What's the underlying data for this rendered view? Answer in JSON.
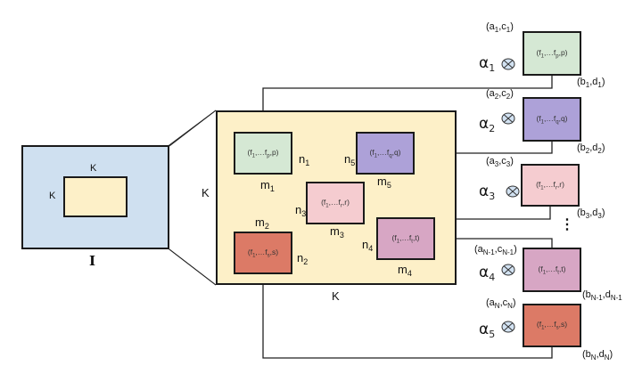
{
  "colors": {
    "image_fill": "#cfe0f0",
    "window_fill": "#fdf0c8",
    "green": "#d5e8d4",
    "purple": "#ada1d8",
    "pink": "#f5ccd0",
    "mauve": "#d7a6c4",
    "red": "#dc7a66",
    "otimes_fill": "#d2e2f2"
  },
  "image": {
    "label": "I",
    "window_top_label": "K",
    "window_left_label": "K"
  },
  "zoomed": {
    "left_label": "K",
    "bottom_label": "K",
    "boxes": [
      {
        "id": "m1",
        "text": "(f1,…fp,p)",
        "t_pre": "(f",
        "t_s1": "1",
        "t_mid": ",…f",
        "t_s2": "p",
        "t_post": ",p)",
        "n_label": "n",
        "n_sub": "1",
        "m_label": "m",
        "m_sub": "1"
      },
      {
        "id": "m2",
        "text": "(f1,…fs,s)",
        "t_pre": "(f",
        "t_s1": "1",
        "t_mid": ",…f",
        "t_s2": "s",
        "t_post": ",s)",
        "n_label": "n",
        "n_sub": "2",
        "m_label": "m",
        "m_sub": "2"
      },
      {
        "id": "m3",
        "text": "(f1,…fr,r)",
        "t_pre": "(f",
        "t_s1": "1",
        "t_mid": ",…f",
        "t_s2": "r",
        "t_post": ",r)",
        "n_label": "n",
        "n_sub": "3",
        "m_label": "m",
        "m_sub": "3"
      },
      {
        "id": "m4",
        "text": "(f1,…ft,t)",
        "t_pre": "(f",
        "t_s1": "1",
        "t_mid": ",…f",
        "t_s2": "t",
        "t_post": ",t)",
        "n_label": "n",
        "n_sub": "4",
        "m_label": "m",
        "m_sub": "4"
      },
      {
        "id": "m5",
        "text": "(f1,…fq,q)",
        "t_pre": "(f",
        "t_s1": "1",
        "t_mid": ",…f",
        "t_s2": "q",
        "t_post": ",q)",
        "n_label": "n",
        "n_sub": "5",
        "m_label": "m",
        "m_sub": "5"
      }
    ]
  },
  "outputs": [
    {
      "alpha": "α",
      "alpha_sub": "1",
      "tl": "(a",
      "tl_s1": "1",
      "tl_mid": ",c",
      "tl_s2": "1",
      "br": "(b",
      "br_s1": "1",
      "br_mid": ",d",
      "br_s2": "1",
      "t_pre": "(f",
      "t_s1": "1",
      "t_mid": ",…f",
      "t_s2": "p",
      "t_post": ",p)"
    },
    {
      "alpha": "α",
      "alpha_sub": "2",
      "tl": "(a",
      "tl_s1": "2",
      "tl_mid": ",c",
      "tl_s2": "2",
      "br": "(b",
      "br_s1": "2",
      "br_mid": ",d",
      "br_s2": "2",
      "t_pre": "(f",
      "t_s1": "1",
      "t_mid": ",…f",
      "t_s2": "q",
      "t_post": ",q)"
    },
    {
      "alpha": "α",
      "alpha_sub": "3",
      "tl": "(a",
      "tl_s1": "3",
      "tl_mid": ",c",
      "tl_s2": "3",
      "br": "(b",
      "br_s1": "3",
      "br_mid": ",d",
      "br_s2": "3",
      "t_pre": "(f",
      "t_s1": "1",
      "t_mid": ",…f",
      "t_s2": "r",
      "t_post": ",r)"
    },
    {
      "alpha": "α",
      "alpha_sub": "4",
      "tl": "(a",
      "tl_s1": "N-1",
      "tl_mid": ",c",
      "tl_s2": "N-1",
      "br": "(b",
      "br_s1": "N-1",
      "br_mid": ",d",
      "br_s2": "N-1",
      "t_pre": "(f",
      "t_s1": "1",
      "t_mid": ",…f",
      "t_s2": "t",
      "t_post": ",t)"
    },
    {
      "alpha": "α",
      "alpha_sub": "5",
      "tl": "(a",
      "tl_s1": "N",
      "tl_mid": ",c",
      "tl_s2": "N",
      "br": "(b",
      "br_s1": "N",
      "br_mid": ",d",
      "br_s2": "N",
      "t_pre": "(f",
      "t_s1": "1",
      "t_mid": ",…f",
      "t_s2": "s",
      "t_post": ",s)"
    }
  ],
  "ellipsis": "⋮"
}
